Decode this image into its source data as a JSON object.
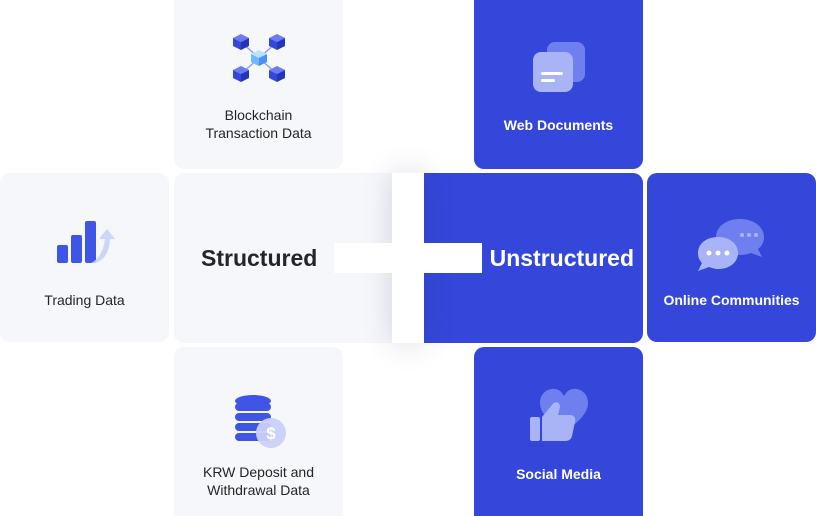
{
  "structured": {
    "title": "Structured",
    "items": [
      {
        "id": "blockchain",
        "label_line1": "Blockchain",
        "label_line2": "Transaction Data",
        "icon": "blockchain-cubes-icon"
      },
      {
        "id": "trading",
        "label_line1": "Trading Data",
        "label_line2": "",
        "icon": "bar-chart-icon"
      },
      {
        "id": "krw",
        "label_line1": "KRW Deposit and",
        "label_line2": "Withdrawal Data",
        "icon": "coin-stack-icon"
      }
    ]
  },
  "unstructured": {
    "title": "Unstructured",
    "items": [
      {
        "id": "web",
        "label": "Web Documents",
        "icon": "documents-icon"
      },
      {
        "id": "communities",
        "label": "Online Communities",
        "icon": "chat-bubbles-icon"
      },
      {
        "id": "social",
        "label": "Social Media",
        "icon": "thumbs-up-heart-icon"
      }
    ]
  },
  "colors": {
    "blue": "#3447da",
    "light": "#f6f7fb",
    "icon_blue": "#3e55e6"
  }
}
